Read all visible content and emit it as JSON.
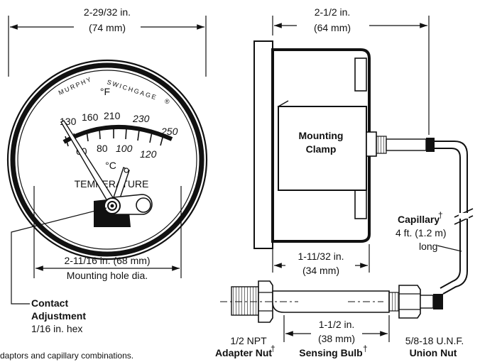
{
  "gauge": {
    "width_in": "2-29/32 in.",
    "width_mm": "(74 mm)",
    "brand_left": "MURPHY",
    "brand_right": "SWICHGAGE",
    "registered": "®",
    "unit_f": "°F",
    "unit_c": "°C",
    "scale_f": [
      "130",
      "160",
      "210",
      "230",
      "250"
    ],
    "scale_c": [
      "60",
      "80",
      "100",
      "120"
    ],
    "label": "TEMPERATURE",
    "hole_dia": "2-11/16 in. (68 mm)",
    "hole_caption": "Mounting hole dia.",
    "contact_line1": "Contact",
    "contact_line2": "Adjustment",
    "contact_hex": "1/16 in. hex"
  },
  "side": {
    "depth_in": "2-1/2 in.",
    "depth_mm": "(64 mm)",
    "clamp_line1": "Mounting",
    "clamp_line2": "Clamp",
    "case_in": "1-11/32 in.",
    "case_mm": "(34 mm)",
    "capillary_label": "Capillary",
    "capillary_dagger": "†",
    "capillary_length": "4 ft. (1.2 m)",
    "capillary_long": "long"
  },
  "bulb": {
    "length_in": "1-1/2 in.",
    "length_mm": "(38 mm)",
    "adapter_size": "1/2 NPT",
    "adapter_label": "Adapter Nut",
    "adapter_dagger": "†",
    "bulb_label": "Sensing Bulb",
    "bulb_dagger": "†",
    "union_size": "5/8-18 U.N.F.",
    "union_label": "Union Nut"
  },
  "footnote": "daptors and capillary combinations."
}
